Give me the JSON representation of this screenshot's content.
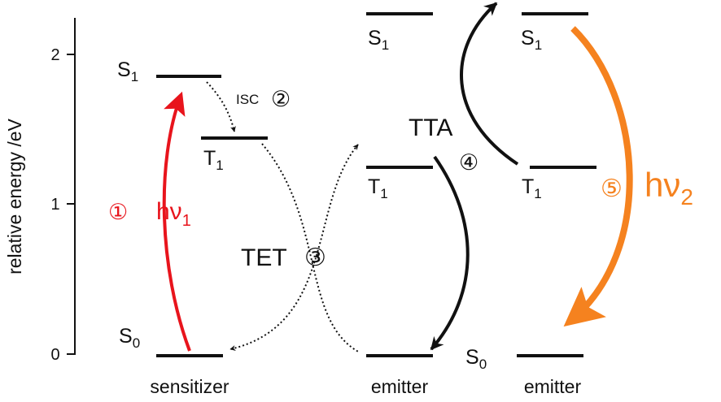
{
  "axis": {
    "ylabel": "relative energy /eV",
    "ticks": [
      {
        "label": "0",
        "value": 0
      },
      {
        "label": "1",
        "value": 1
      },
      {
        "label": "2",
        "value": 2
      }
    ],
    "ylim": [
      0,
      2.3
    ]
  },
  "levels": {
    "sens_s1": {
      "base": "S",
      "sub": "1",
      "energy": 1.85
    },
    "sens_t1": {
      "base": "T",
      "sub": "1",
      "energy": 1.43
    },
    "sens_s0": {
      "base": "S",
      "sub": "0",
      "energy": 0
    },
    "em1_s1": {
      "base": "S",
      "sub": "1",
      "energy": 2.28
    },
    "em1_t1": {
      "base": "T",
      "sub": "1",
      "energy": 1.24
    },
    "em2_s1": {
      "base": "S",
      "sub": "1",
      "energy": 2.28
    },
    "em2_t1": {
      "base": "T",
      "sub": "1",
      "energy": 1.24
    },
    "em2_s0": {
      "base": "S",
      "sub": "0",
      "energy": 0
    }
  },
  "molecules": {
    "sensitizer": "sensitizer",
    "emitter_1": "emitter",
    "emitter_2": "emitter"
  },
  "processes": {
    "absorption": {
      "num": "①",
      "base": "hν",
      "sub": "1",
      "color": "#e8141c"
    },
    "isc": {
      "label": "ISC",
      "num": "②"
    },
    "tet": {
      "label": "TET",
      "num": "③"
    },
    "tta": {
      "label": "TTA",
      "num": "④"
    },
    "emission": {
      "num": "⑤",
      "base": "hν",
      "sub": "2",
      "color": "#f5821f"
    }
  }
}
